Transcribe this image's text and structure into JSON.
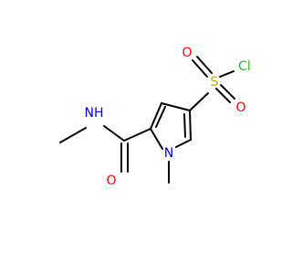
{
  "molecule": {
    "atoms": {
      "cl": {
        "label": "Cl",
        "color": "#1fbf1f"
      },
      "s": {
        "label": "S",
        "color": "#b2b200"
      },
      "o_top": {
        "label": "O",
        "color": "#ff0000"
      },
      "o_bottom": {
        "label": "O",
        "color": "#ff0000"
      },
      "o_carbonyl": {
        "label": "O",
        "color": "#ff0000"
      },
      "nh": {
        "label": "NH",
        "color": "#0000ff"
      },
      "n_ring": {
        "label": "N",
        "color": "#0000ff"
      }
    },
    "bond_color": "#000000"
  }
}
